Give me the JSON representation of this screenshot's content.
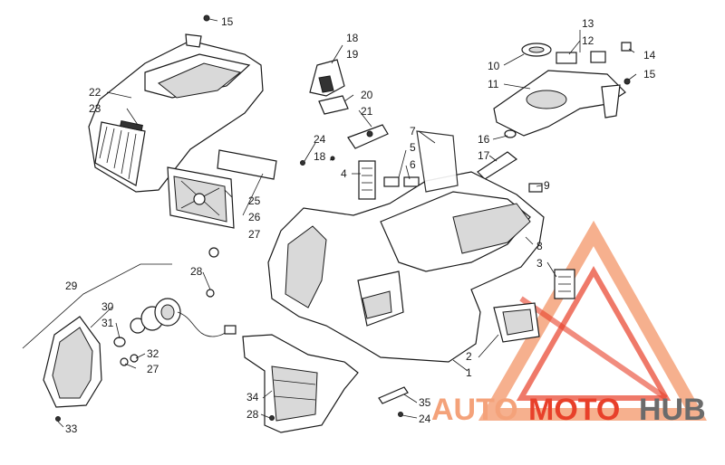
{
  "watermark": {
    "logo_text": "AUTOMOTOHUB",
    "word_auto": "AUTO",
    "word_moto": "MOTO",
    "word_hub": "HUB",
    "color_primary": "#e8402a",
    "color_light": "#f4a27a",
    "color_gray": "#6b6b6b"
  },
  "callouts": [
    "15",
    "22",
    "23",
    "18",
    "19",
    "20",
    "21",
    "24",
    "18",
    "4",
    "7",
    "5",
    "6",
    "25",
    "26",
    "27",
    "13",
    "12",
    "14",
    "10",
    "15",
    "11",
    "16",
    "17",
    "9",
    "8",
    "3",
    "28",
    "29",
    "30",
    "31",
    "32",
    "27",
    "2",
    "1",
    "34",
    "28",
    "35",
    "24",
    "33"
  ],
  "icons": [
    "bolt-icon"
  ]
}
